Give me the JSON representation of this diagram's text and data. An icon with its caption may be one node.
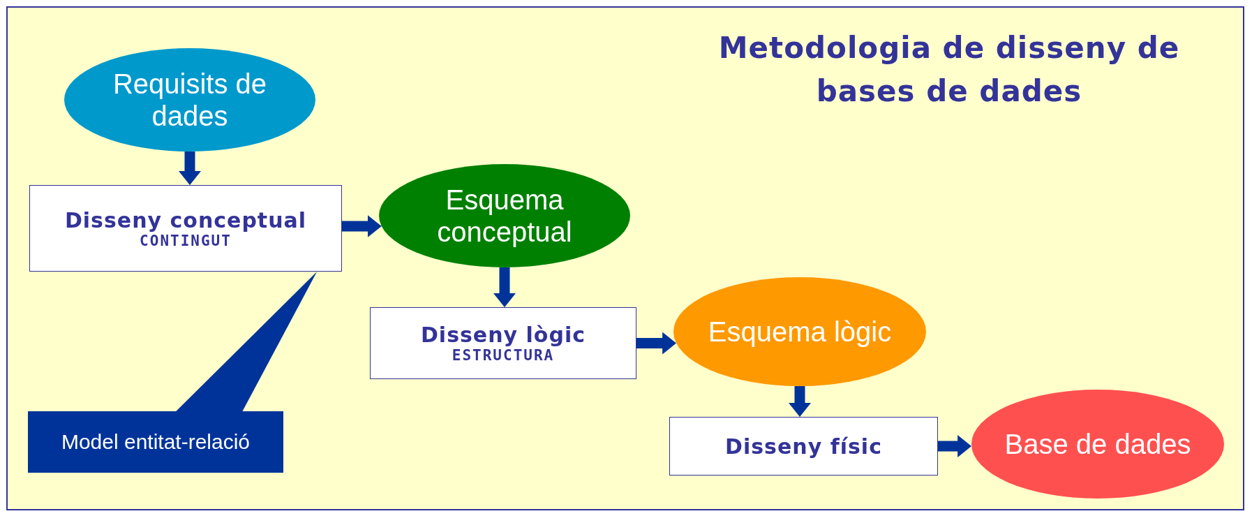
{
  "diagram": {
    "title": "Metodologia de disseny de bases de dades",
    "nodes": [
      {
        "text": [
          "Requisits de dades"
        ]
      },
      {
        "text": [
          "Disseny conceptual",
          "CONTINGUT"
        ]
      },
      {
        "text": [
          "Esquema conceptual"
        ]
      },
      {
        "text": [
          "Disseny lògic",
          "ESTRUCTURA"
        ]
      },
      {
        "text": [
          "Esquema lògic"
        ]
      },
      {
        "text": [
          "Disseny físic"
        ]
      },
      {
        "text": [
          "Base de dades"
        ]
      },
      {
        "text": [
          "Model entitat-relació"
        ]
      }
    ],
    "edges": [
      {
        "from": 0,
        "to": 1,
        "arrow": "to"
      },
      {
        "from": 1,
        "to": 2,
        "arrow": "to"
      },
      {
        "from": 2,
        "to": 3,
        "arrow": "to"
      },
      {
        "from": 3,
        "to": 4,
        "arrow": "to"
      },
      {
        "from": 4,
        "to": 5,
        "arrow": "to"
      },
      {
        "from": 5,
        "to": 6,
        "arrow": "to"
      },
      {
        "from": 7,
        "to": 1,
        "arrow": "none"
      }
    ]
  }
}
